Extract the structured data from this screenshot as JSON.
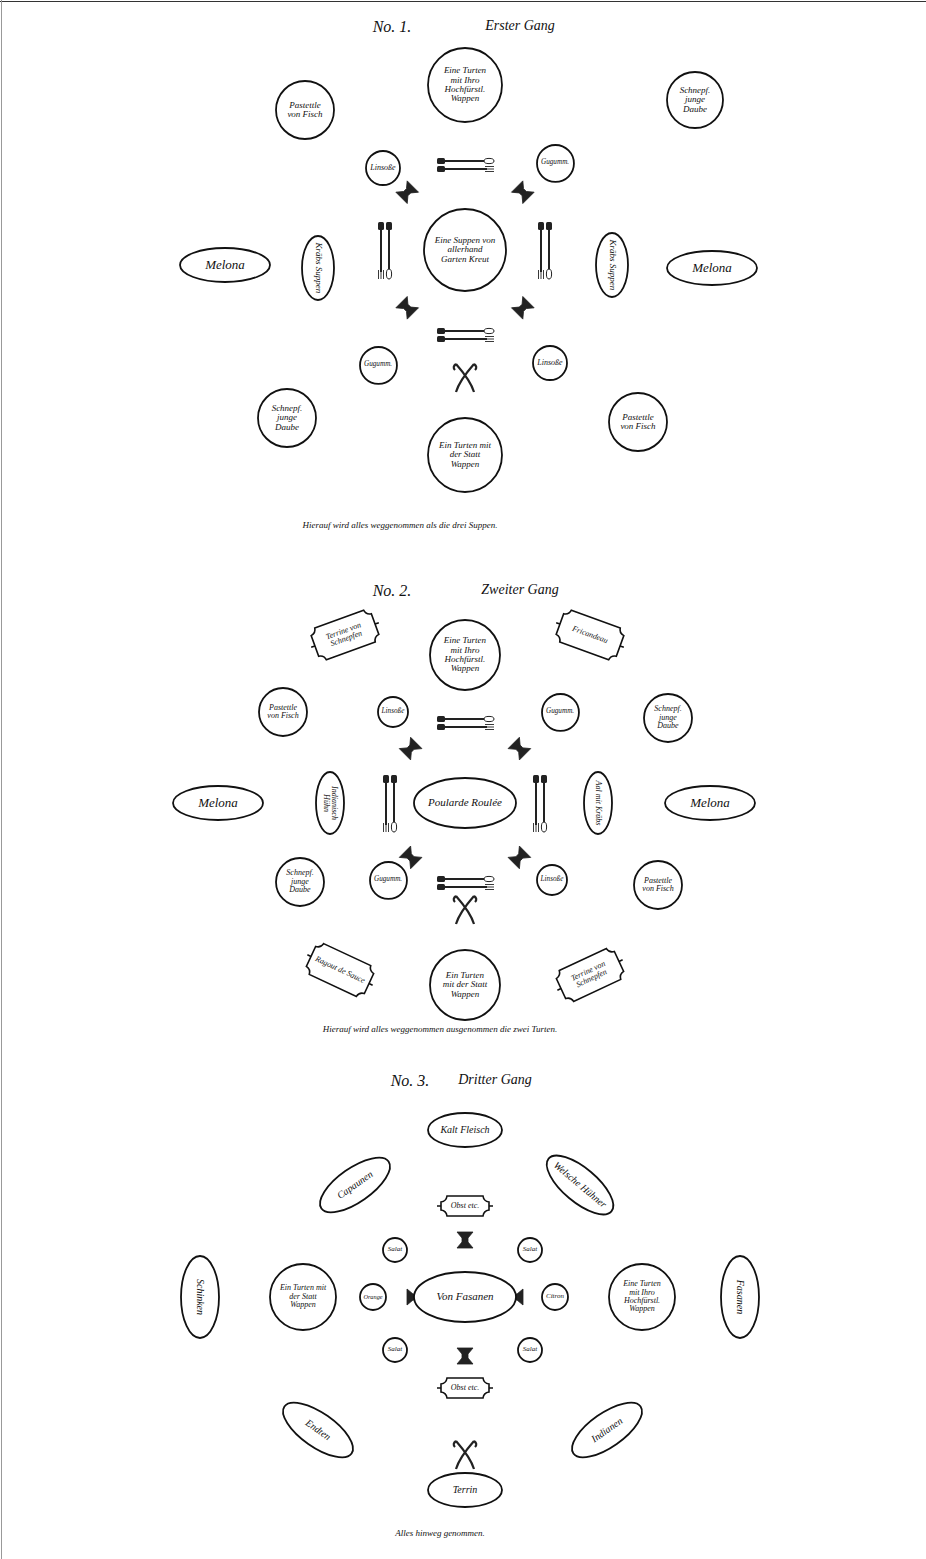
{
  "diagram": {
    "nodes": [
      {
        "text": [
          "Eine Turten mit Ihro Hochfürstl. Wappen"
        ]
      },
      {
        "text": [
          "Pastettle von Fisch"
        ]
      },
      {
        "text": [
          "Schnepf. junge Daube"
        ]
      },
      {
        "text": [
          "Linsoße"
        ]
      },
      {
        "text": [
          "Gugumm."
        ]
      },
      {
        "text": [
          "Melona"
        ]
      },
      {
        "text": [
          "Kräbs Suppen"
        ]
      },
      {
        "text": [
          "Eine Suppen von allerhand Garten Kreut"
        ]
      },
      {
        "text": [
          "Kräbs Suppen"
        ]
      },
      {
        "text": [
          "Melona"
        ]
      },
      {
        "text": [
          "Gugumm."
        ]
      },
      {
        "text": [
          "Linsoße"
        ]
      },
      {
        "text": [
          "Schnepf. junge Daube"
        ]
      },
      {
        "text": [
          "Pastettle von Fisch"
        ]
      },
      {
        "text": [
          "Ein Turten mit der Statt Wappen"
        ]
      },
      {
        "text": [
          "Eine Turten mit Ihro Hochfürstl. Wappen"
        ]
      },
      {
        "text": [
          "Terrine von Schnepfen"
        ]
      },
      {
        "text": [
          "Fricandeau"
        ]
      },
      {
        "text": [
          "Pastettle von Fisch"
        ]
      },
      {
        "text": [
          "Linsoße"
        ]
      },
      {
        "text": [
          "Gugumm."
        ]
      },
      {
        "text": [
          "Schnepf. junge Daube"
        ]
      },
      {
        "text": [
          "Melona"
        ]
      },
      {
        "text": [
          "Indianisch Hühn"
        ]
      },
      {
        "text": [
          "Poularde Roulée"
        ]
      },
      {
        "text": [
          "Aal mit Kräbs"
        ]
      },
      {
        "text": [
          "Melona"
        ]
      },
      {
        "text": [
          "Schnepf. junge Daube"
        ]
      },
      {
        "text": [
          "Gugumm."
        ]
      },
      {
        "text": [
          "Linsoße"
        ]
      },
      {
        "text": [
          "Pastettle von Fisch"
        ]
      },
      {
        "text": [
          "Ragout de Sauce"
        ]
      },
      {
        "text": [
          "Ein Turten mit der Statt Wappen"
        ]
      },
      {
        "text": [
          "Terrine von Schnepfen"
        ]
      },
      {
        "text": [
          "Kalt Fleisch"
        ]
      },
      {
        "text": [
          "Capaunen"
        ]
      },
      {
        "text": [
          "Obst etc."
        ]
      },
      {
        "text": [
          "Welsche Hühner"
        ]
      },
      {
        "text": [
          "Salat"
        ]
      },
      {
        "text": [
          "Salat"
        ]
      },
      {
        "text": [
          "Schinken"
        ]
      },
      {
        "text": [
          "Ein Turten mit der Statt Wappen"
        ]
      },
      {
        "text": [
          "Orange"
        ]
      },
      {
        "text": [
          "Von Fasanen"
        ]
      },
      {
        "text": [
          "Citron"
        ]
      },
      {
        "text": [
          "Eine Turten mit Ihro Hochfürstl. Wappen"
        ]
      },
      {
        "text": [
          "Fasanen"
        ]
      },
      {
        "text": [
          "Salat"
        ]
      },
      {
        "text": [
          "Salat"
        ]
      },
      {
        "text": [
          "Obst etc."
        ]
      },
      {
        "text": [
          "Endten"
        ]
      },
      {
        "text": [
          "Indianen"
        ]
      },
      {
        "text": [
          "Terrin"
        ]
      }
    ],
    "labels": [
      "No. 1.",
      "Erster Gang",
      "Hierauf wird alles weggenommen als die drei Suppen.",
      "No. 2.",
      "Zweiter Gang",
      "Hierauf wird alles weggenommen ausgenommen die zwei Turten.",
      "No. 3.",
      "Dritter Gang",
      "Alles hinweg genommen."
    ]
  }
}
